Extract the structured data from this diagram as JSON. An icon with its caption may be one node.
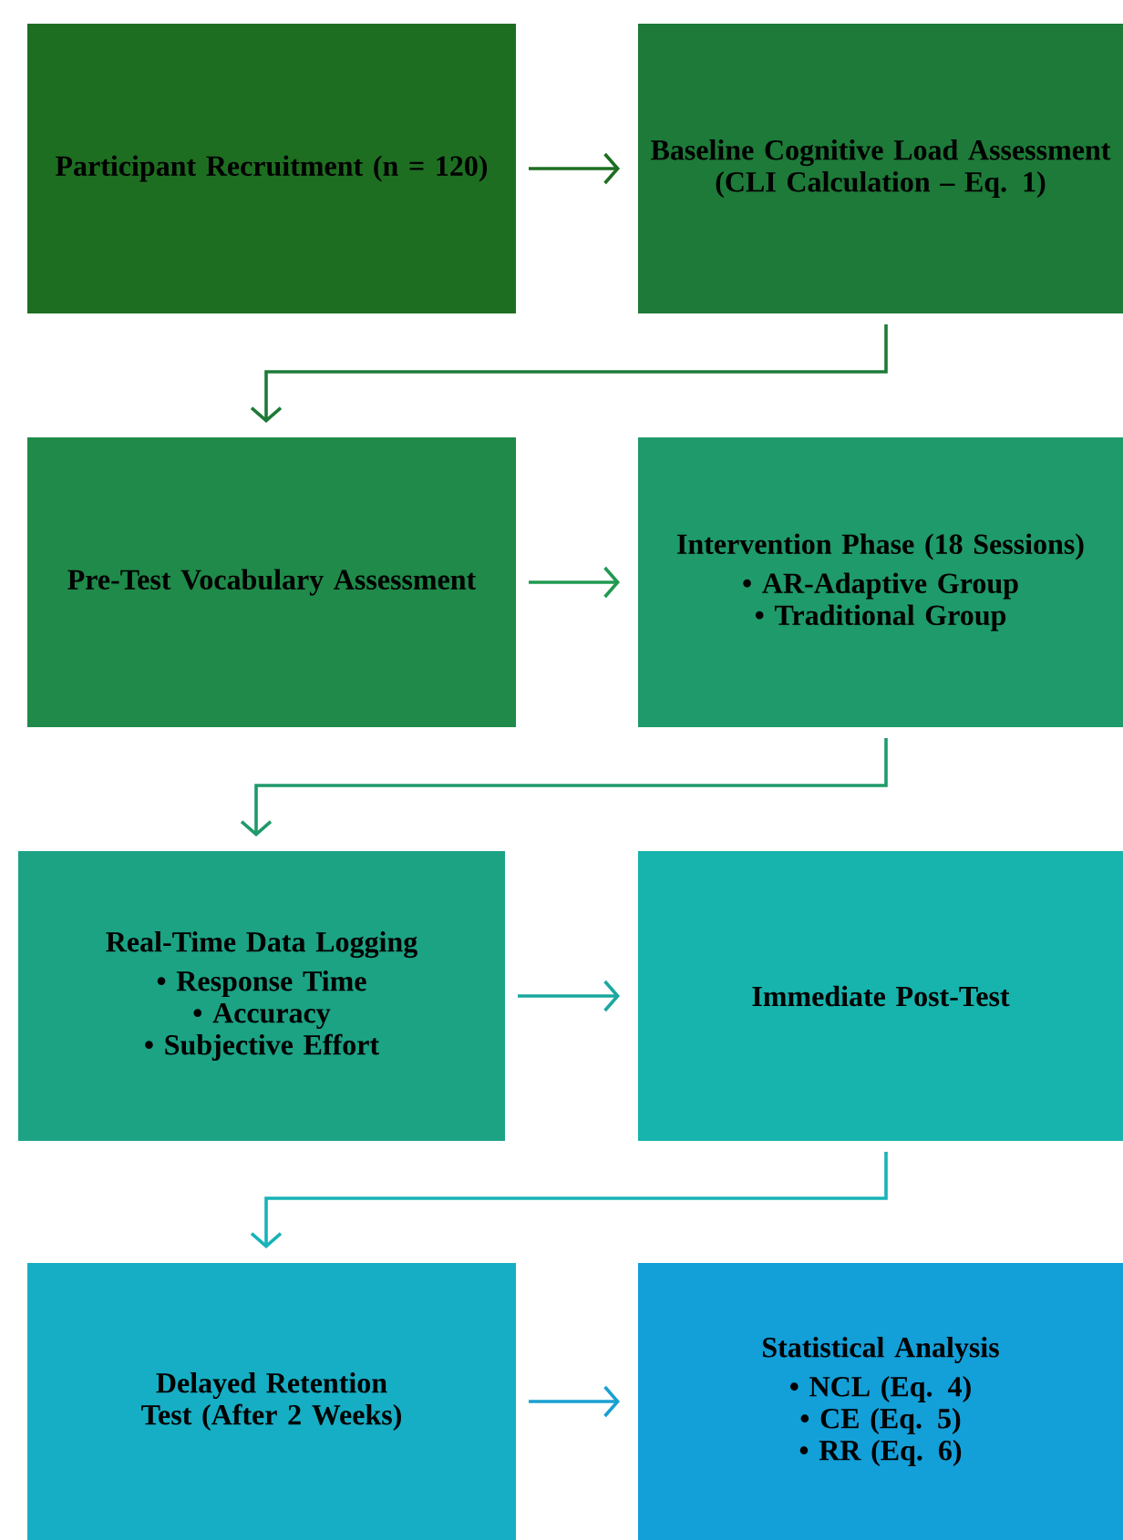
{
  "diagram": {
    "nodes": [
      {
        "text": [
          "Participant Recruitment (n = 120)"
        ]
      },
      {
        "text": [
          "Baseline Cognitive Load Assessment (CLI Calculation – Eq. 1)"
        ]
      },
      {
        "text": [
          "Pre-Test Vocabulary Assessment"
        ]
      },
      {
        "text": [
          "Intervention Phase (18 Sessions)",
          "• AR-Adaptive Group",
          "• Traditional Group"
        ]
      },
      {
        "text": [
          "Real-Time Data Logging",
          "• Response Time",
          "• Accuracy",
          "• Subjective Effort"
        ]
      },
      {
        "text": [
          "Immediate Post-Test"
        ]
      },
      {
        "text": [
          "Delayed Retention Test (After 2 Weeks)"
        ]
      },
      {
        "text": [
          "Statistical Analysis",
          "• NCL (Eq. 4)",
          "• CE (Eq. 5)",
          "• RR (Eq. 6)"
        ]
      }
    ],
    "edges": [
      {
        "from": 0,
        "to": 1,
        "arrow": "to",
        "color": "#1e6e22"
      },
      {
        "from": 1,
        "to": 2,
        "arrow": "to",
        "color": "#1d7a38"
      },
      {
        "from": 2,
        "to": 3,
        "arrow": "to",
        "color": "#1f9a50"
      },
      {
        "from": 3,
        "to": 4,
        "arrow": "to",
        "color": "#1f9a6a"
      },
      {
        "from": 4,
        "to": 5,
        "arrow": "to",
        "color": "#1ba8a0"
      },
      {
        "from": 5,
        "to": 6,
        "arrow": "to",
        "color": "#17b3b8"
      },
      {
        "from": 6,
        "to": 7,
        "arrow": "to",
        "color": "#1aa0d0"
      }
    ]
  }
}
